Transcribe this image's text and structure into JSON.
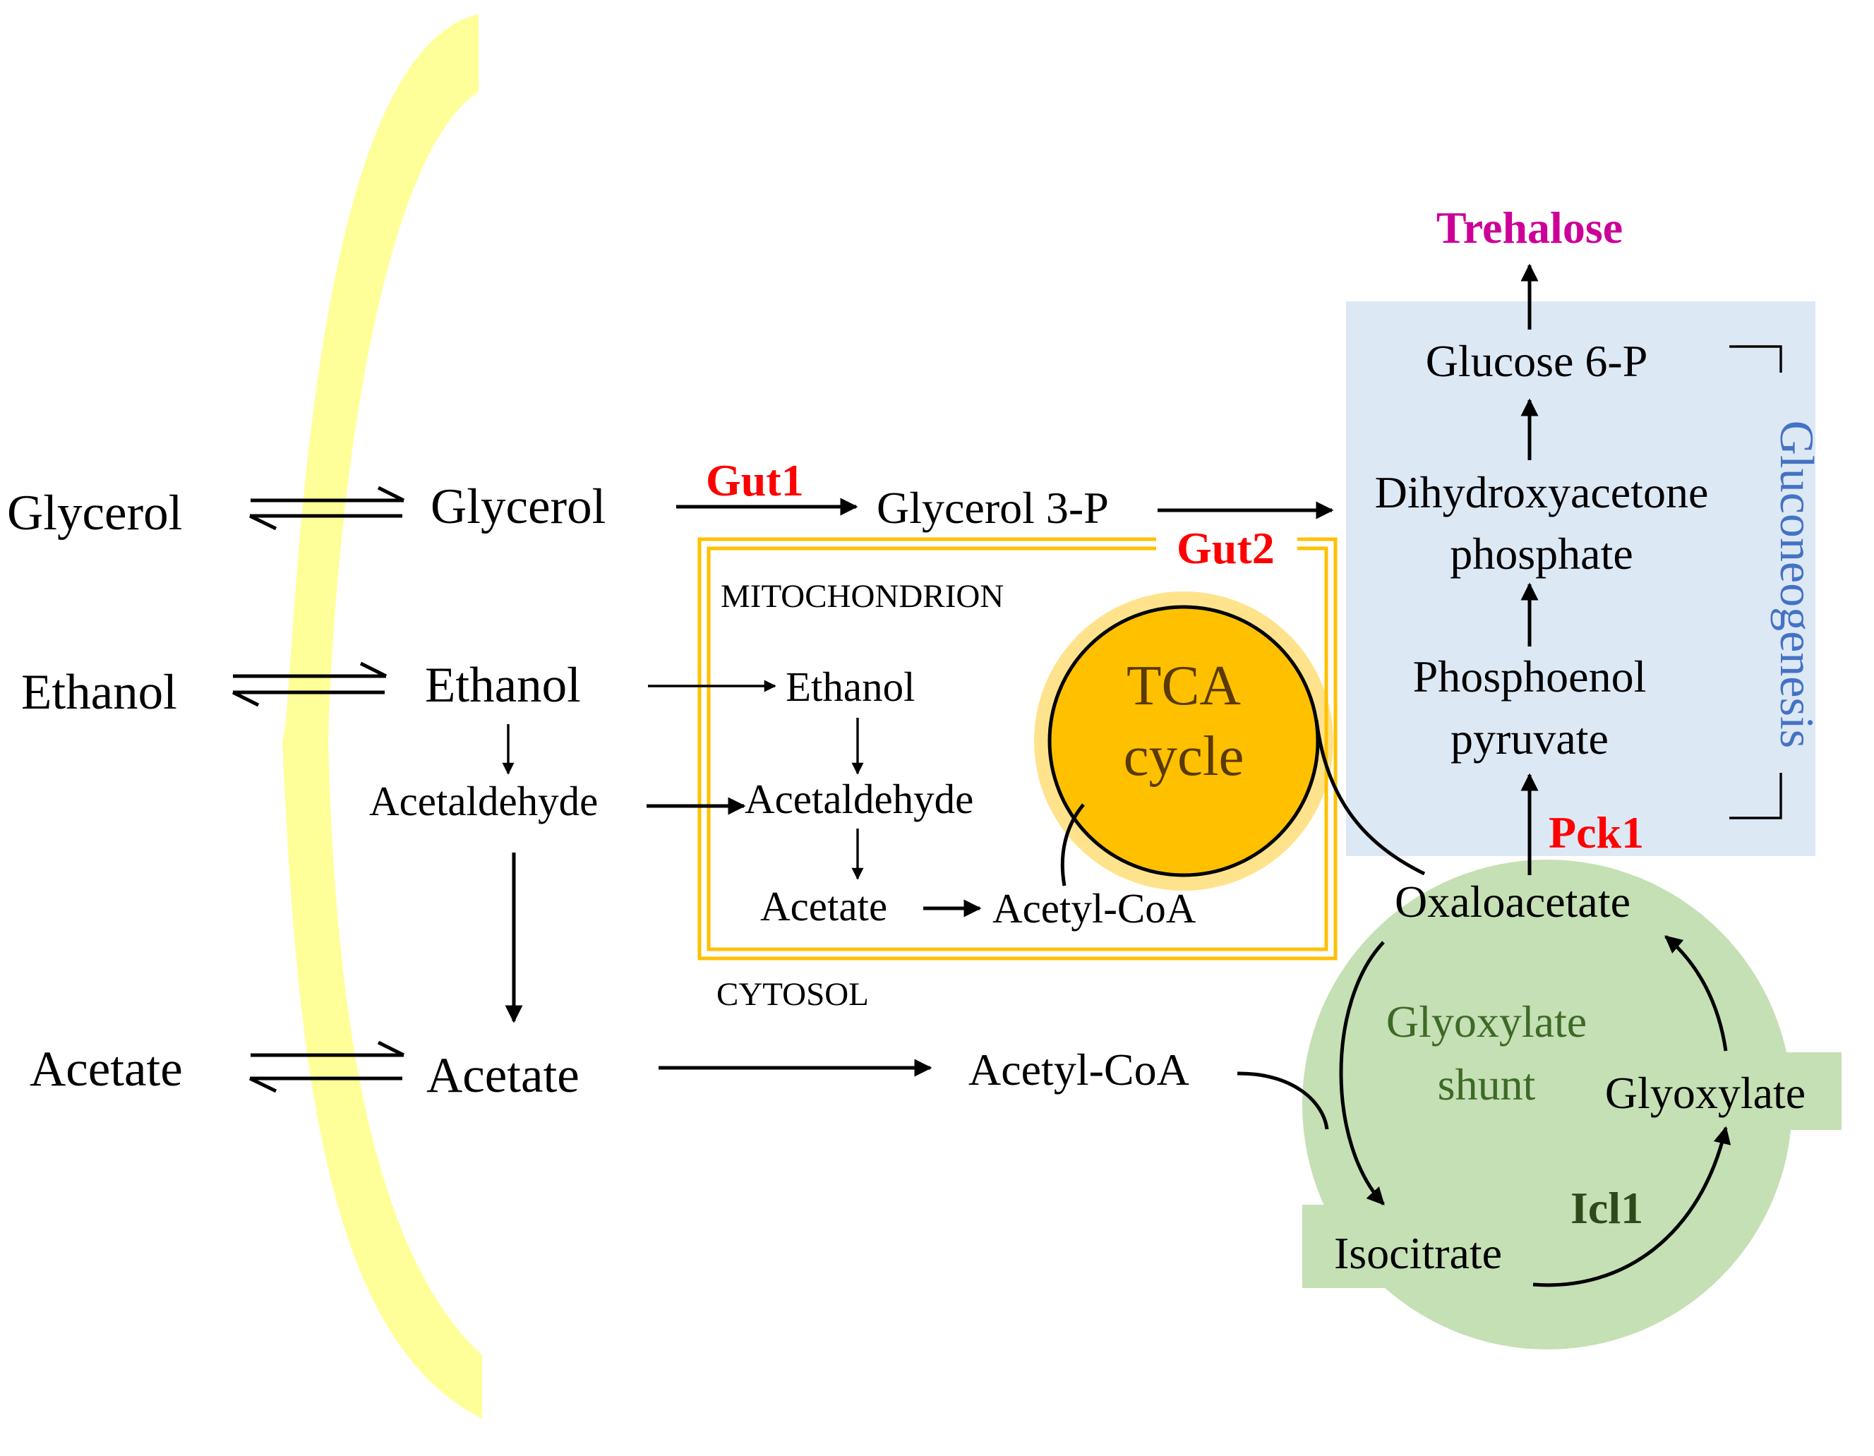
{
  "colors": {
    "membrane": "#ffff99",
    "mitochondrion_border": "#ffc000",
    "tca_fill": "#ffc000",
    "tca_text": "#5a3a00",
    "gluconeogenesis_box": "#dde8f5",
    "gluconeogenesis_label": "#4472c4",
    "glyoxylate_fill": "#c5e0b4",
    "glyoxylate_text": "#3d6a27",
    "enzyme": "#ff0000",
    "trehalose": "#cc0099",
    "icl1": "#2e4a1a"
  },
  "outside": {
    "glycerol": "Glycerol",
    "ethanol": "Ethanol",
    "acetate": "Acetate"
  },
  "cytosol": {
    "glycerol": "Glycerol",
    "ethanol": "Ethanol",
    "acetaldehyde": "Acetaldehyde",
    "acetate": "Acetate",
    "glycerol_3p": "Glycerol 3-P",
    "acetyl_coa": "Acetyl-CoA",
    "label": "CYTOSOL"
  },
  "mitochondrion": {
    "label": "MITOCHONDRION",
    "ethanol": "Ethanol",
    "acetaldehyde": "Acetaldehyde",
    "acetate": "Acetate",
    "acetyl_coa": "Acetyl-CoA",
    "tca_line1": "TCA",
    "tca_line2": "cycle"
  },
  "enzymes": {
    "gut1": "Gut1",
    "gut2": "Gut2",
    "pck1": "Pck1",
    "icl1": "Icl1"
  },
  "gluconeogenesis": {
    "label": "Gluconeogenesis",
    "trehalose": "Trehalose",
    "glucose_6p": "Glucose 6-P",
    "dhap_line1": "Dihydroxyacetone",
    "dhap_line2": "phosphate",
    "pep_line1": "Phosphoenol",
    "pep_line2": "pyruvate",
    "oxaloacetate": "Oxaloacetate"
  },
  "glyoxylate": {
    "label_line1": "Glyoxylate",
    "label_line2": "shunt",
    "glyoxylate": "Glyoxylate",
    "isocitrate": "Isocitrate"
  }
}
